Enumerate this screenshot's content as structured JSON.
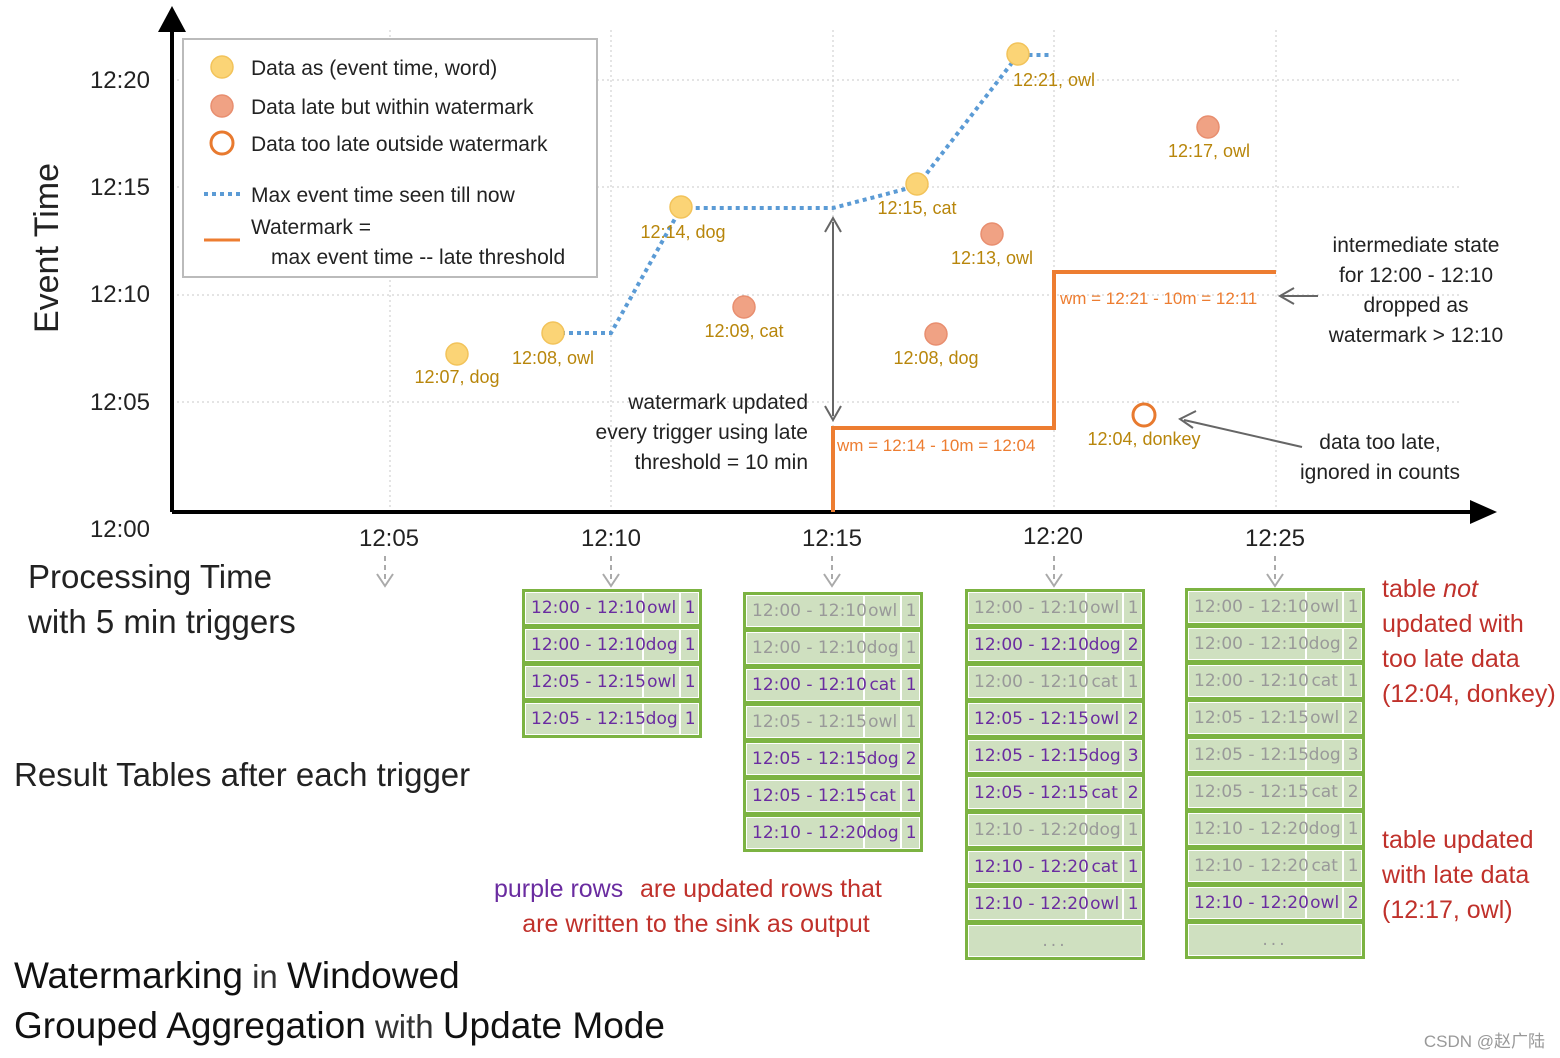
{
  "chart": {
    "y_axis_label": "Event Time",
    "x_axis_label_line1": "Processing Time",
    "x_axis_label_line2": "with 5 min triggers",
    "y_ticks": [
      "12:00",
      "12:05",
      "12:10",
      "12:15",
      "12:20"
    ],
    "x_ticks": [
      "12:05",
      "12:10",
      "12:15",
      "12:20",
      "12:25"
    ],
    "colors": {
      "data_on_time": "#fbd476",
      "data_late": "#f0a284",
      "data_too_late": "#e87a2f",
      "max_event_line": "#5b9bd5",
      "watermark_line": "#ed7d31",
      "point_label": "#b8860b",
      "table_border": "#7cb342",
      "updated_row_text": "#6a2ca0",
      "note_red": "#c0312b"
    },
    "legend": {
      "data": "Data as (event time, word)",
      "late": "Data late but within watermark",
      "too_late": "Data too late outside watermark",
      "max_event": "Max event time seen till now",
      "watermark_line1": "Watermark =",
      "watermark_line2": "max event time -- late threshold"
    },
    "points": [
      {
        "label": "12:07, dog",
        "kind": "on-time"
      },
      {
        "label": "12:08, owl",
        "kind": "on-time"
      },
      {
        "label": "12:14, dog",
        "kind": "on-time"
      },
      {
        "label": "12:09, cat",
        "kind": "late"
      },
      {
        "label": "12:15, cat",
        "kind": "on-time"
      },
      {
        "label": "12:08, dog",
        "kind": "late"
      },
      {
        "label": "12:13, owl",
        "kind": "late"
      },
      {
        "label": "12:21, owl",
        "kind": "on-time"
      },
      {
        "label": "12:04, donkey",
        "kind": "too-late"
      },
      {
        "label": "12:17, owl",
        "kind": "late"
      }
    ],
    "watermark_labels": [
      "wm = 12:14 - 10m = 12:04",
      "wm = 12:21 - 10m = 12:11"
    ],
    "annotations": {
      "watermark_updated": [
        "watermark updated",
        "every trigger using late",
        "threshold = 10 min"
      ],
      "intermediate_state": [
        "intermediate state",
        "for 12:00 - 12:10",
        "dropped as",
        "watermark > 12:10"
      ],
      "too_late": [
        "data too late,",
        "ignored in counts"
      ]
    }
  },
  "result_tables_label": "Result Tables after each trigger",
  "tables": [
    {
      "rows": [
        {
          "window": "12:00 - 12:10",
          "word": "owl",
          "count": "1",
          "updated": true
        },
        {
          "window": "12:00 - 12:10",
          "word": "dog",
          "count": "1",
          "updated": true
        },
        {
          "window": "12:05 - 12:15",
          "word": "owl",
          "count": "1",
          "updated": true
        },
        {
          "window": "12:05 - 12:15",
          "word": "dog",
          "count": "1",
          "updated": true
        }
      ]
    },
    {
      "rows": [
        {
          "window": "12:00 - 12:10",
          "word": "owl",
          "count": "1",
          "updated": false
        },
        {
          "window": "12:00 - 12:10",
          "word": "dog",
          "count": "1",
          "updated": false
        },
        {
          "window": "12:00 - 12:10",
          "word": "cat",
          "count": "1",
          "updated": true
        },
        {
          "window": "12:05 - 12:15",
          "word": "owl",
          "count": "1",
          "updated": false
        },
        {
          "window": "12:05 - 12:15",
          "word": "dog",
          "count": "2",
          "updated": true
        },
        {
          "window": "12:05 - 12:15",
          "word": "cat",
          "count": "1",
          "updated": true
        },
        {
          "window": "12:10 - 12:20",
          "word": "dog",
          "count": "1",
          "updated": true
        }
      ]
    },
    {
      "rows": [
        {
          "window": "12:00 - 12:10",
          "word": "owl",
          "count": "1",
          "updated": false
        },
        {
          "window": "12:00 - 12:10",
          "word": "dog",
          "count": "2",
          "updated": true
        },
        {
          "window": "12:00 - 12:10",
          "word": "cat",
          "count": "1",
          "updated": false
        },
        {
          "window": "12:05 - 12:15",
          "word": "owl",
          "count": "2",
          "updated": true
        },
        {
          "window": "12:05 - 12:15",
          "word": "dog",
          "count": "3",
          "updated": true
        },
        {
          "window": "12:05 - 12:15",
          "word": "cat",
          "count": "2",
          "updated": true
        },
        {
          "window": "12:10 - 12:20",
          "word": "dog",
          "count": "1",
          "updated": false
        },
        {
          "window": "12:10 - 12:20",
          "word": "cat",
          "count": "1",
          "updated": true
        },
        {
          "window": "12:10 - 12:20",
          "word": "owl",
          "count": "1",
          "updated": true
        },
        {
          "ellipsis": "..."
        }
      ]
    },
    {
      "rows": [
        {
          "window": "12:00 - 12:10",
          "word": "owl",
          "count": "1",
          "updated": false
        },
        {
          "window": "12:00 - 12:10",
          "word": "dog",
          "count": "2",
          "updated": false
        },
        {
          "window": "12:00 - 12:10",
          "word": "cat",
          "count": "1",
          "updated": false
        },
        {
          "window": "12:05 - 12:15",
          "word": "owl",
          "count": "2",
          "updated": false
        },
        {
          "window": "12:05 - 12:15",
          "word": "dog",
          "count": "3",
          "updated": false
        },
        {
          "window": "12:05 - 12:15",
          "word": "cat",
          "count": "2",
          "updated": false
        },
        {
          "window": "12:10 - 12:20",
          "word": "dog",
          "count": "1",
          "updated": false
        },
        {
          "window": "12:10 - 12:20",
          "word": "cat",
          "count": "1",
          "updated": false
        },
        {
          "window": "12:10 - 12:20",
          "word": "owl",
          "count": "2",
          "updated": true
        },
        {
          "ellipsis": "..."
        }
      ]
    }
  ],
  "notes": {
    "purple_rows": "purple rows",
    "purple_rest": "are updated rows that",
    "purple_line2": "are written to the sink as output",
    "not_updated_1": "table ",
    "not_updated_em": "not",
    "not_updated_2": "updated with",
    "not_updated_3": "too late data",
    "not_updated_4": "(12:04, donkey)",
    "updated_1": "table updated",
    "updated_2": "with late data",
    "updated_3": "(12:17, owl)"
  },
  "title": {
    "w1": "Watermarking",
    "w2": " in ",
    "w3": "Windowed",
    "w4": "Grouped Aggregation",
    "w5": " with ",
    "w6": "Update Mode"
  },
  "watermark_credit": "CSDN @赵广陆"
}
